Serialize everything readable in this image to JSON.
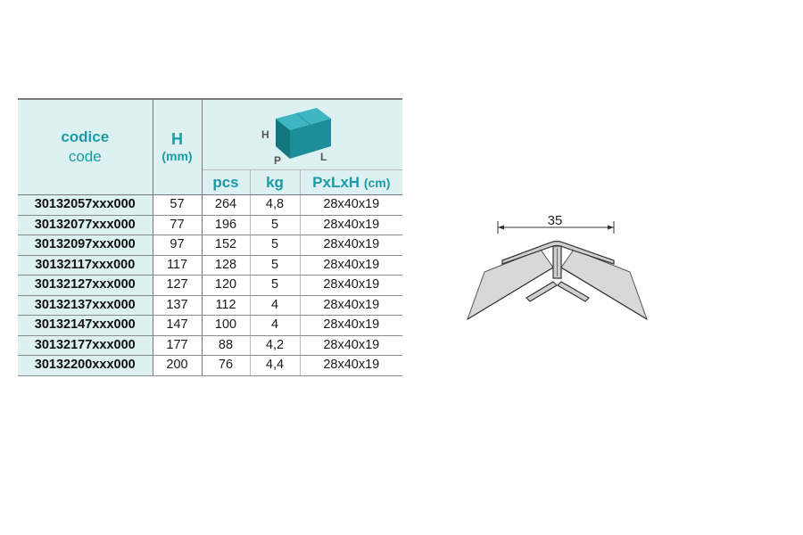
{
  "table": {
    "header": {
      "code_line1": "codice",
      "code_line2": "code",
      "h_line1": "H",
      "h_line2": "(mm)",
      "box_label_h": "H",
      "box_label_p": "P",
      "box_label_l": "L",
      "pcs": "pcs",
      "kg": "kg",
      "dims": "PxLxH",
      "dims_unit": "(cm)"
    },
    "rows": [
      {
        "code": "30132057xxx000",
        "h": "57",
        "pcs": "264",
        "kg": "4,8",
        "dims": "28x40x19"
      },
      {
        "code": "30132077xxx000",
        "h": "77",
        "pcs": "196",
        "kg": "5",
        "dims": "28x40x19"
      },
      {
        "code": "30132097xxx000",
        "h": "97",
        "pcs": "152",
        "kg": "5",
        "dims": "28x40x19"
      },
      {
        "code": "30132117xxx000",
        "h": "117",
        "pcs": "128",
        "kg": "5",
        "dims": "28x40x19"
      },
      {
        "code": "30132127xxx000",
        "h": "127",
        "pcs": "120",
        "kg": "5",
        "dims": "28x40x19"
      },
      {
        "code": "30132137xxx000",
        "h": "137",
        "pcs": "112",
        "kg": "4",
        "dims": "28x40x19"
      },
      {
        "code": "30132147xxx000",
        "h": "147",
        "pcs": "100",
        "kg": "4",
        "dims": "28x40x19"
      },
      {
        "code": "30132177xxx000",
        "h": "177",
        "pcs": "88",
        "kg": "4,2",
        "dims": "28x40x19"
      },
      {
        "code": "30132200xxx000",
        "h": "200",
        "pcs": "76",
        "kg": "4,4",
        "dims": "28x40x19"
      }
    ]
  },
  "drawing": {
    "dimension_label": "35"
  },
  "colors": {
    "accent": "#1a9ba6",
    "header_bg": "#ddf0f2",
    "box_top": "#3fb6c2",
    "box_front": "#1c8e99",
    "box_side": "#137580"
  },
  "icons": [
    "box-icon",
    "corner-profile-drawing"
  ]
}
